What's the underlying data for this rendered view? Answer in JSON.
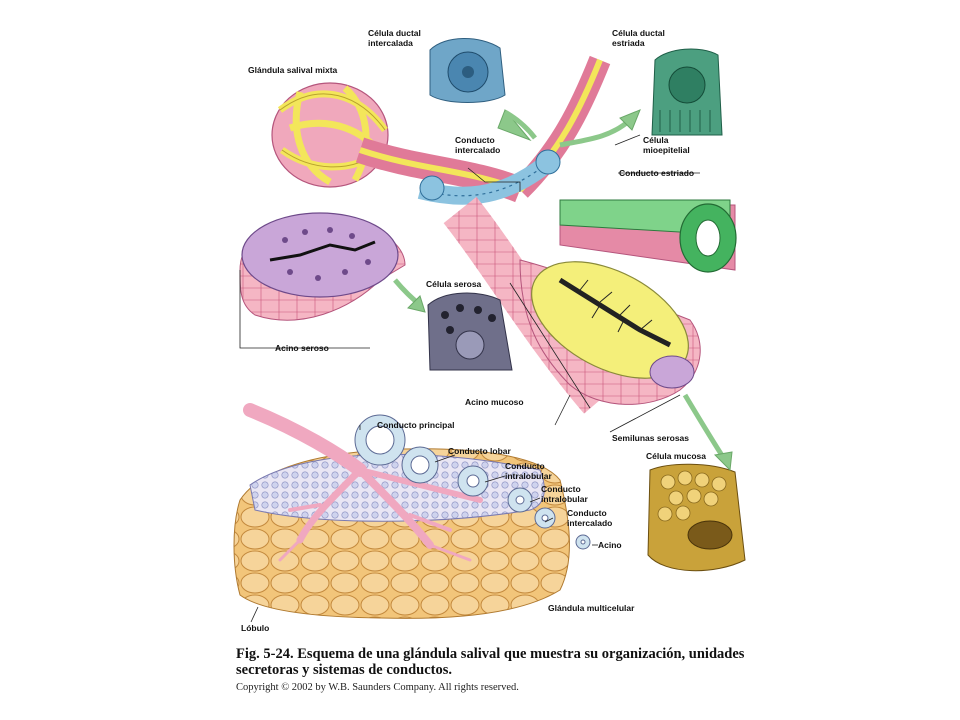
{
  "labels": {
    "glandula_salival_mixta": "Glándula salival mixta",
    "celula_ductal_intercalada_1": "Célula ductal",
    "celula_ductal_intercalada_2": "intercalada",
    "celula_ductal_estriada_1": "Célula ductal",
    "celula_ductal_estriada_2": "estriada",
    "celula_mioepitelial_1": "Célula",
    "celula_mioepitelial_2": "mioepitelial",
    "conducto_intercalado_1": "Conducto",
    "conducto_intercalado_2": "intercalado",
    "conducto_estriado": "Conducto estriado",
    "celula_serosa": "Célula serosa",
    "acino_seroso": "Acino seroso",
    "acino_mucoso": "Acino mucoso",
    "semilunas_serosas": "Semilunas serosas",
    "celula_mucosa": "Célula mucosa",
    "conducto_principal": "Conducto principal",
    "conducto_lobar": "Conducto lobar",
    "conducto_intralobular_a1": "Conducto",
    "conducto_intralobular_a2": "intralobular",
    "conducto_intralobular_b1": "Conducto",
    "conducto_intralobular_b2": "intralobular",
    "conducto_intercalado_b1": "Conducto",
    "conducto_intercalado_b2": "intercalado",
    "acino": "Acino",
    "lobulo": "Lóbulo",
    "glandula_multicelular": "Glándula multicelular"
  },
  "caption": {
    "fig": "Fig. 5-24.",
    "text": "Esquema de una glándula salival que muestra su organización, unidades secretoras y sistemas de conductos."
  },
  "copyright": "Copyright © 2002 by W.B. Saunders Company. All rights reserved.",
  "colors": {
    "serous_purple": "#c9a6d8",
    "mucous_yellow": "#f2ec6a",
    "striated_green": "#3fae5c",
    "duct_blue": "#8cc3e0",
    "pink_wall": "#f2a6b8",
    "lobule_orange": "#f0c074",
    "arrow_green": "#8cc88a"
  }
}
